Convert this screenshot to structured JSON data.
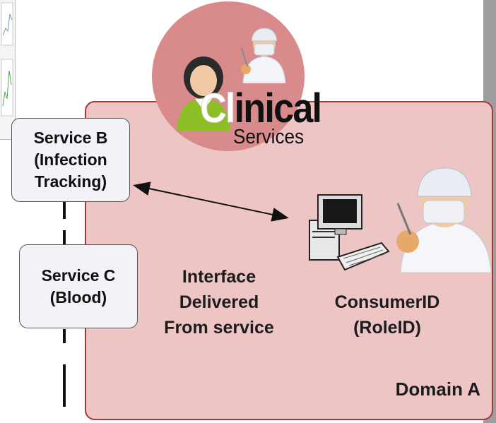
{
  "logo": {
    "title_prefix": "Cl",
    "title_rest": "inical",
    "subtitle": "Services"
  },
  "services": [
    {
      "label": "Service B\n(Infection\nTracking)"
    },
    {
      "label": "Service C\n(Blood)"
    }
  ],
  "interface_label": "Interface\nDelivered\nFrom service",
  "consumer_label": "ConsumerID\n(RoleID)",
  "domain_label": "Domain A",
  "icons": [
    "nurse-icon",
    "surgeon-icon",
    "computer-icon"
  ],
  "colors": {
    "domain_fill": "#eec5c5",
    "domain_border": "#a23a3a",
    "logo_circle": "#d98b8b",
    "service_fill": "#f3f3f7"
  }
}
